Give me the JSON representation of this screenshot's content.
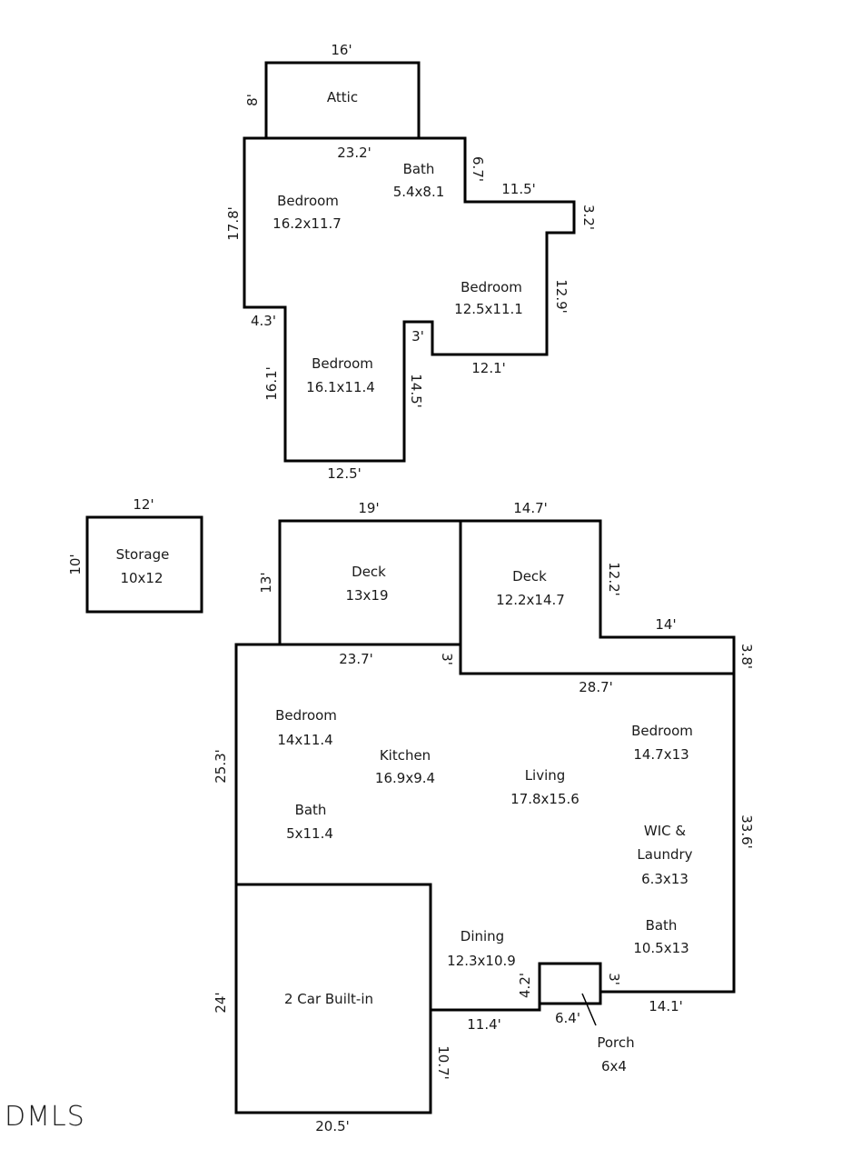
{
  "upper_floor": {
    "rooms": [
      {
        "name": "Attic",
        "size": ""
      },
      {
        "name": "Bath",
        "size": "5.4x8.1"
      },
      {
        "name": "Bedroom",
        "size": "16.2x11.7"
      },
      {
        "name": "Bedroom",
        "size": "12.5x11.1"
      },
      {
        "name": "Bedroom",
        "size": "16.1x11.4"
      }
    ],
    "dims": [
      "16'",
      "8'",
      "23.2'",
      "6.7'",
      "11.5'",
      "3.2'",
      "17.8'",
      "12.9'",
      "4.3'",
      "3'",
      "12.1'",
      "16.1'",
      "14.5'",
      "12.5'"
    ]
  },
  "storage": {
    "room": {
      "name": "Storage",
      "size": "10x12"
    },
    "dims": [
      "12'",
      "10'"
    ]
  },
  "main_floor": {
    "rooms": [
      {
        "name": "Deck",
        "size": "13x19"
      },
      {
        "name": "Deck",
        "size": "12.2x14.7"
      },
      {
        "name": "Bedroom",
        "size": "14x11.4"
      },
      {
        "name": "Kitchen",
        "size": "16.9x9.4"
      },
      {
        "name": "Living",
        "size": "17.8x15.6"
      },
      {
        "name": "Bedroom",
        "size": "14.7x13"
      },
      {
        "name": "Bath",
        "size": "5x11.4"
      },
      {
        "name": "WIC &",
        "line2": "Laundry",
        "size": "6.3x13"
      },
      {
        "name": "Bath",
        "size": "10.5x13"
      },
      {
        "name": "Dining",
        "size": "12.3x10.9"
      },
      {
        "name": "2 Car Built-in",
        "size": ""
      },
      {
        "name": "Porch",
        "size": "6x4"
      }
    ],
    "dims": [
      "19'",
      "14.7'",
      "13'",
      "12.2'",
      "14'",
      "3.8'",
      "23.7'",
      "3'",
      "28.7'",
      "25.3'",
      "33.6'",
      "4.2'",
      "3'",
      "6.4'",
      "14.1'",
      "11.4'",
      "24'",
      "10.7'",
      "20.5'"
    ]
  },
  "brand": "DMLS",
  "colors": {
    "wall": "#000000",
    "text": "#1a1a1a",
    "background": "#ffffff"
  }
}
